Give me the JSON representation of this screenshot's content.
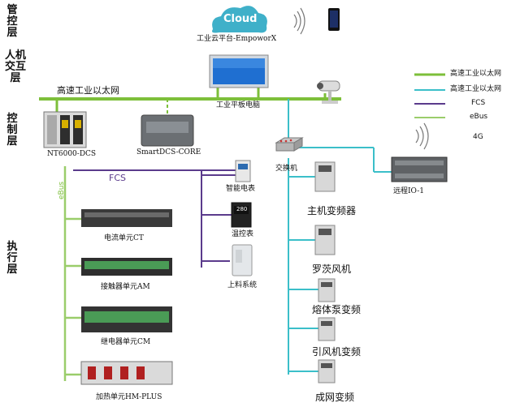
{
  "layers": {
    "management": "管控层",
    "hmi": "人机交互层",
    "control": "控制层",
    "execution": "执行层"
  },
  "cloud": {
    "text": "Cloud",
    "label": "工业云平台-EmpoworX"
  },
  "hmi_label": "工业平板电脑",
  "ethernet_label": "高速工业以太网",
  "controllers": {
    "nt6000": "NT6000-DCS",
    "smartdcs": "SmartDCS-CORE"
  },
  "fcs_label": "FCS",
  "ebus_label": "eBus",
  "switch_label": "交换机",
  "remote_io": "远程IO-1",
  "modules": [
    "电流单元CT",
    "接触器单元AM",
    "继电器单元CM",
    "加热单元HM-PLUS"
  ],
  "instruments": {
    "meter": "智能电表",
    "temp": "温控表",
    "temp_display": "280",
    "feeding": "上料系统"
  },
  "vfds": [
    "主机变频器",
    "罗茨风机",
    "熔体泵变频",
    "引风机变频",
    "成网变频"
  ],
  "legend": [
    {
      "label": "高速工业以太网",
      "color": "#7dbf3a"
    },
    {
      "label": "高速工业以太网",
      "color": "#3bbfc9"
    },
    {
      "label": "FCS",
      "color": "#5b3b8c"
    },
    {
      "label": "eBus",
      "color": "#9acd6a"
    },
    {
      "label": "4G",
      "color": ""
    }
  ],
  "colors": {
    "ethernet_green": "#7dbf3a",
    "ethernet_cyan": "#3bbfc9",
    "fcs_purple": "#5b3b8c",
    "ebus_green": "#9acd6a"
  }
}
